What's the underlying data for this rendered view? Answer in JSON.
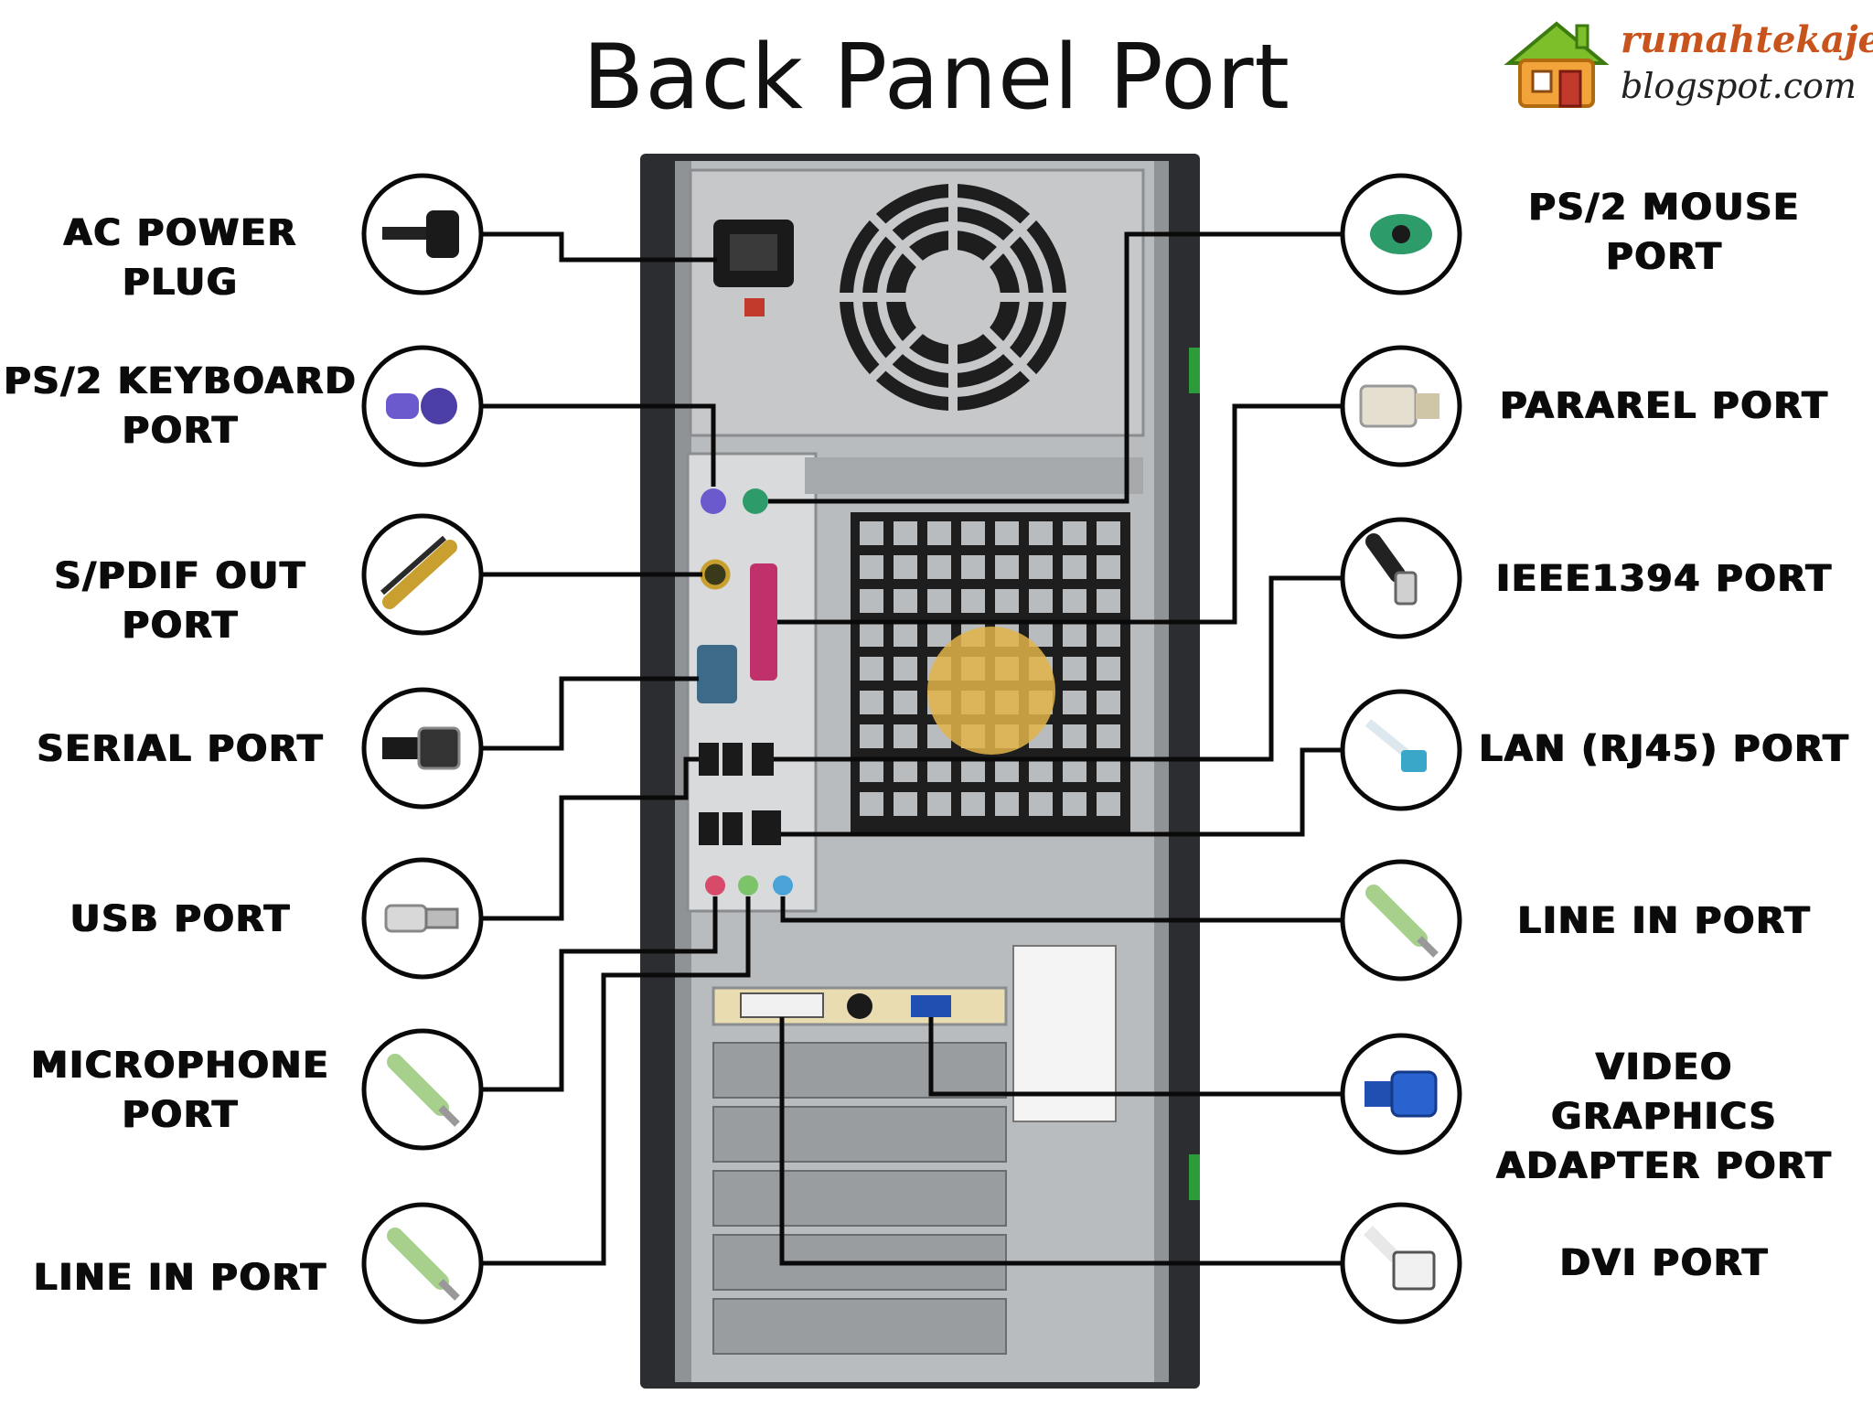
{
  "title": "Back Panel Port",
  "logo": {
    "line1": "rumahtekaje",
    "line2": "blogspot.com"
  },
  "left_labels": [
    "AC POWER PLUG",
    "PS/2 KEYBOARD PORT",
    "S/PDIF OUT PORT",
    "SERIAL PORT",
    "USB PORT",
    "MICROPHONE PORT",
    "LINE IN PORT"
  ],
  "right_labels": [
    "PS/2 MOUSE PORT",
    "PARAREL PORT",
    "IEEE1394 PORT",
    "LAN (RJ45) PORT",
    "LINE IN PORT",
    "VIDEO GRAPHICS ADAPTER PORT",
    "DVI PORT"
  ],
  "icons_left": [
    "power-plug-icon",
    "ps2-keyboard-connector-icon",
    "spdif-connector-icon",
    "serial-connector-icon",
    "usb-connector-icon",
    "microphone-jack-icon",
    "line-in-jack-icon"
  ],
  "icons_right": [
    "ps2-mouse-connector-icon",
    "parallel-connector-icon",
    "ieee1394-connector-icon",
    "lan-connector-icon",
    "line-in-jack-icon",
    "vga-connector-icon",
    "dvi-connector-icon"
  ],
  "colors": {
    "case": "#2b2d30",
    "panel": "#b9bcbf",
    "ps2_keyboard": "#6a5acd",
    "ps2_mouse": "#2e9b6a",
    "vga": "#1f4fb0",
    "audio_line_in": "#4aa3d8",
    "audio_mic": "#d84a6a",
    "audio_line_out": "#7cc36a",
    "parallel": "#c0306a",
    "logo_brand": "#c9531c"
  }
}
